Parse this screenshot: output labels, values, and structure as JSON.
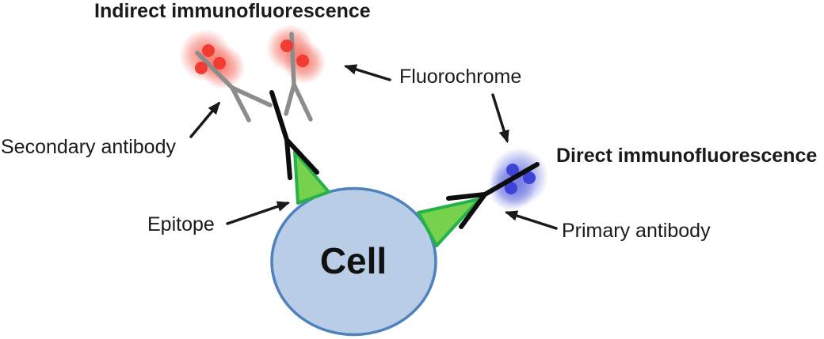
{
  "diagram": {
    "title_indirect": "Indirect immunofluorescence",
    "title_direct": "Direct immunofluorescence",
    "labels": {
      "fluorochrome": "Fluorochrome",
      "secondary_antibody": "Secondary antibody",
      "epitope": "Epitope",
      "primary_antibody": "Primary antibody",
      "cell": "Cell"
    },
    "colors": {
      "background": "#ffffff",
      "cell_fill": "#b9cde6",
      "cell_stroke": "#4f81bd",
      "epitope_fill": "#76d14c",
      "epitope_stroke": "#25b14b",
      "red_dot": "#f23c33",
      "red_glow": "#f4695c",
      "blue_dot": "#3d43d4",
      "blue_glow": "#6a74e0",
      "secondary_antibody": "#8c8c8c",
      "primary_antibody": "#0d0d0d",
      "arrow": "#1a1a1a"
    }
  }
}
